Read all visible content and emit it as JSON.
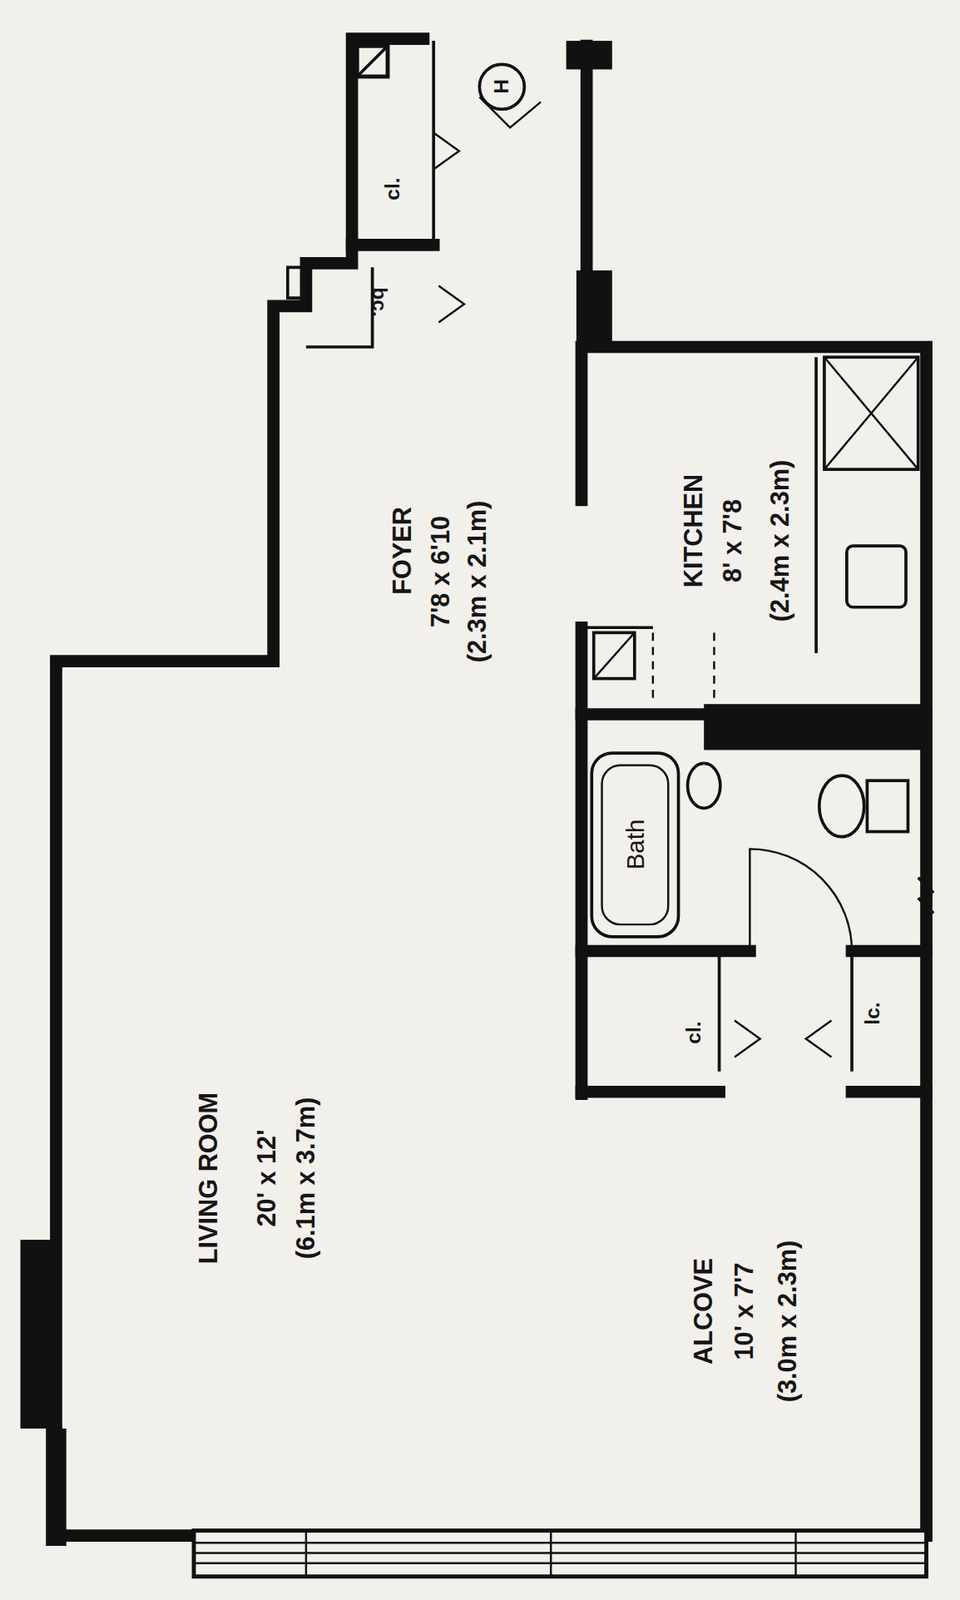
{
  "diagram": {
    "labels": [
      "LIVING ROOM",
      "20' x 12'",
      "(6.1m x 3.7m)",
      "ALCOVE",
      "10' x 7'7",
      "(3.0m x 2.3m)",
      "FOYER",
      "7'8 x 6'10",
      "(2.3m x 2.1m)",
      "KITCHEN",
      "8' x 7'8",
      "(2.4m x 2.3m)",
      "Bath",
      "cl.",
      "lc.",
      "cl.",
      "bc.",
      "H"
    ]
  }
}
